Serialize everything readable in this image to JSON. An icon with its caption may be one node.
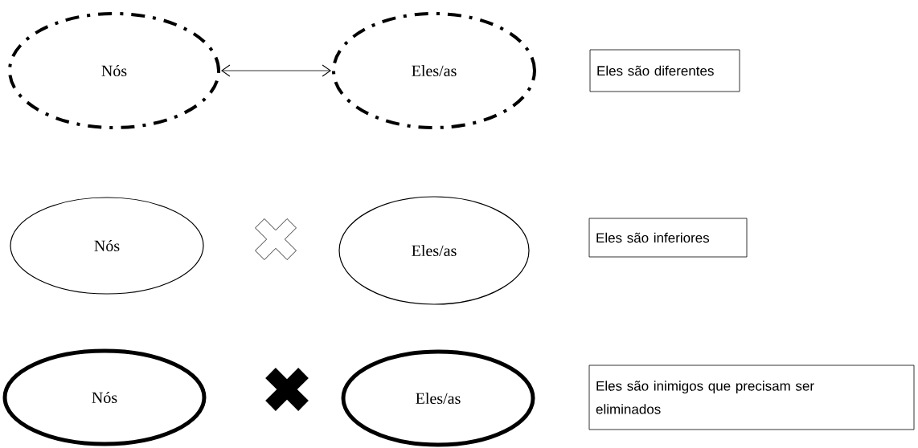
{
  "diagram": {
    "nodes": [
      {
        "text": [
          "Nós"
        ]
      },
      {
        "text": [
          "Eles/as"
        ]
      },
      {
        "text": [
          "Eles são diferentes"
        ]
      },
      {
        "text": [
          "Nós"
        ]
      },
      {
        "text": [
          "Eles/as"
        ]
      },
      {
        "text": [
          "Eles são inferiores"
        ]
      },
      {
        "text": [
          "Nós"
        ]
      },
      {
        "text": [
          "Eles/as"
        ]
      },
      {
        "text": [
          "Eles são inimigos que precisam ser eliminados"
        ]
      }
    ],
    "edges": [
      {
        "from": 0,
        "to": 1,
        "arrow": "both"
      }
    ]
  }
}
